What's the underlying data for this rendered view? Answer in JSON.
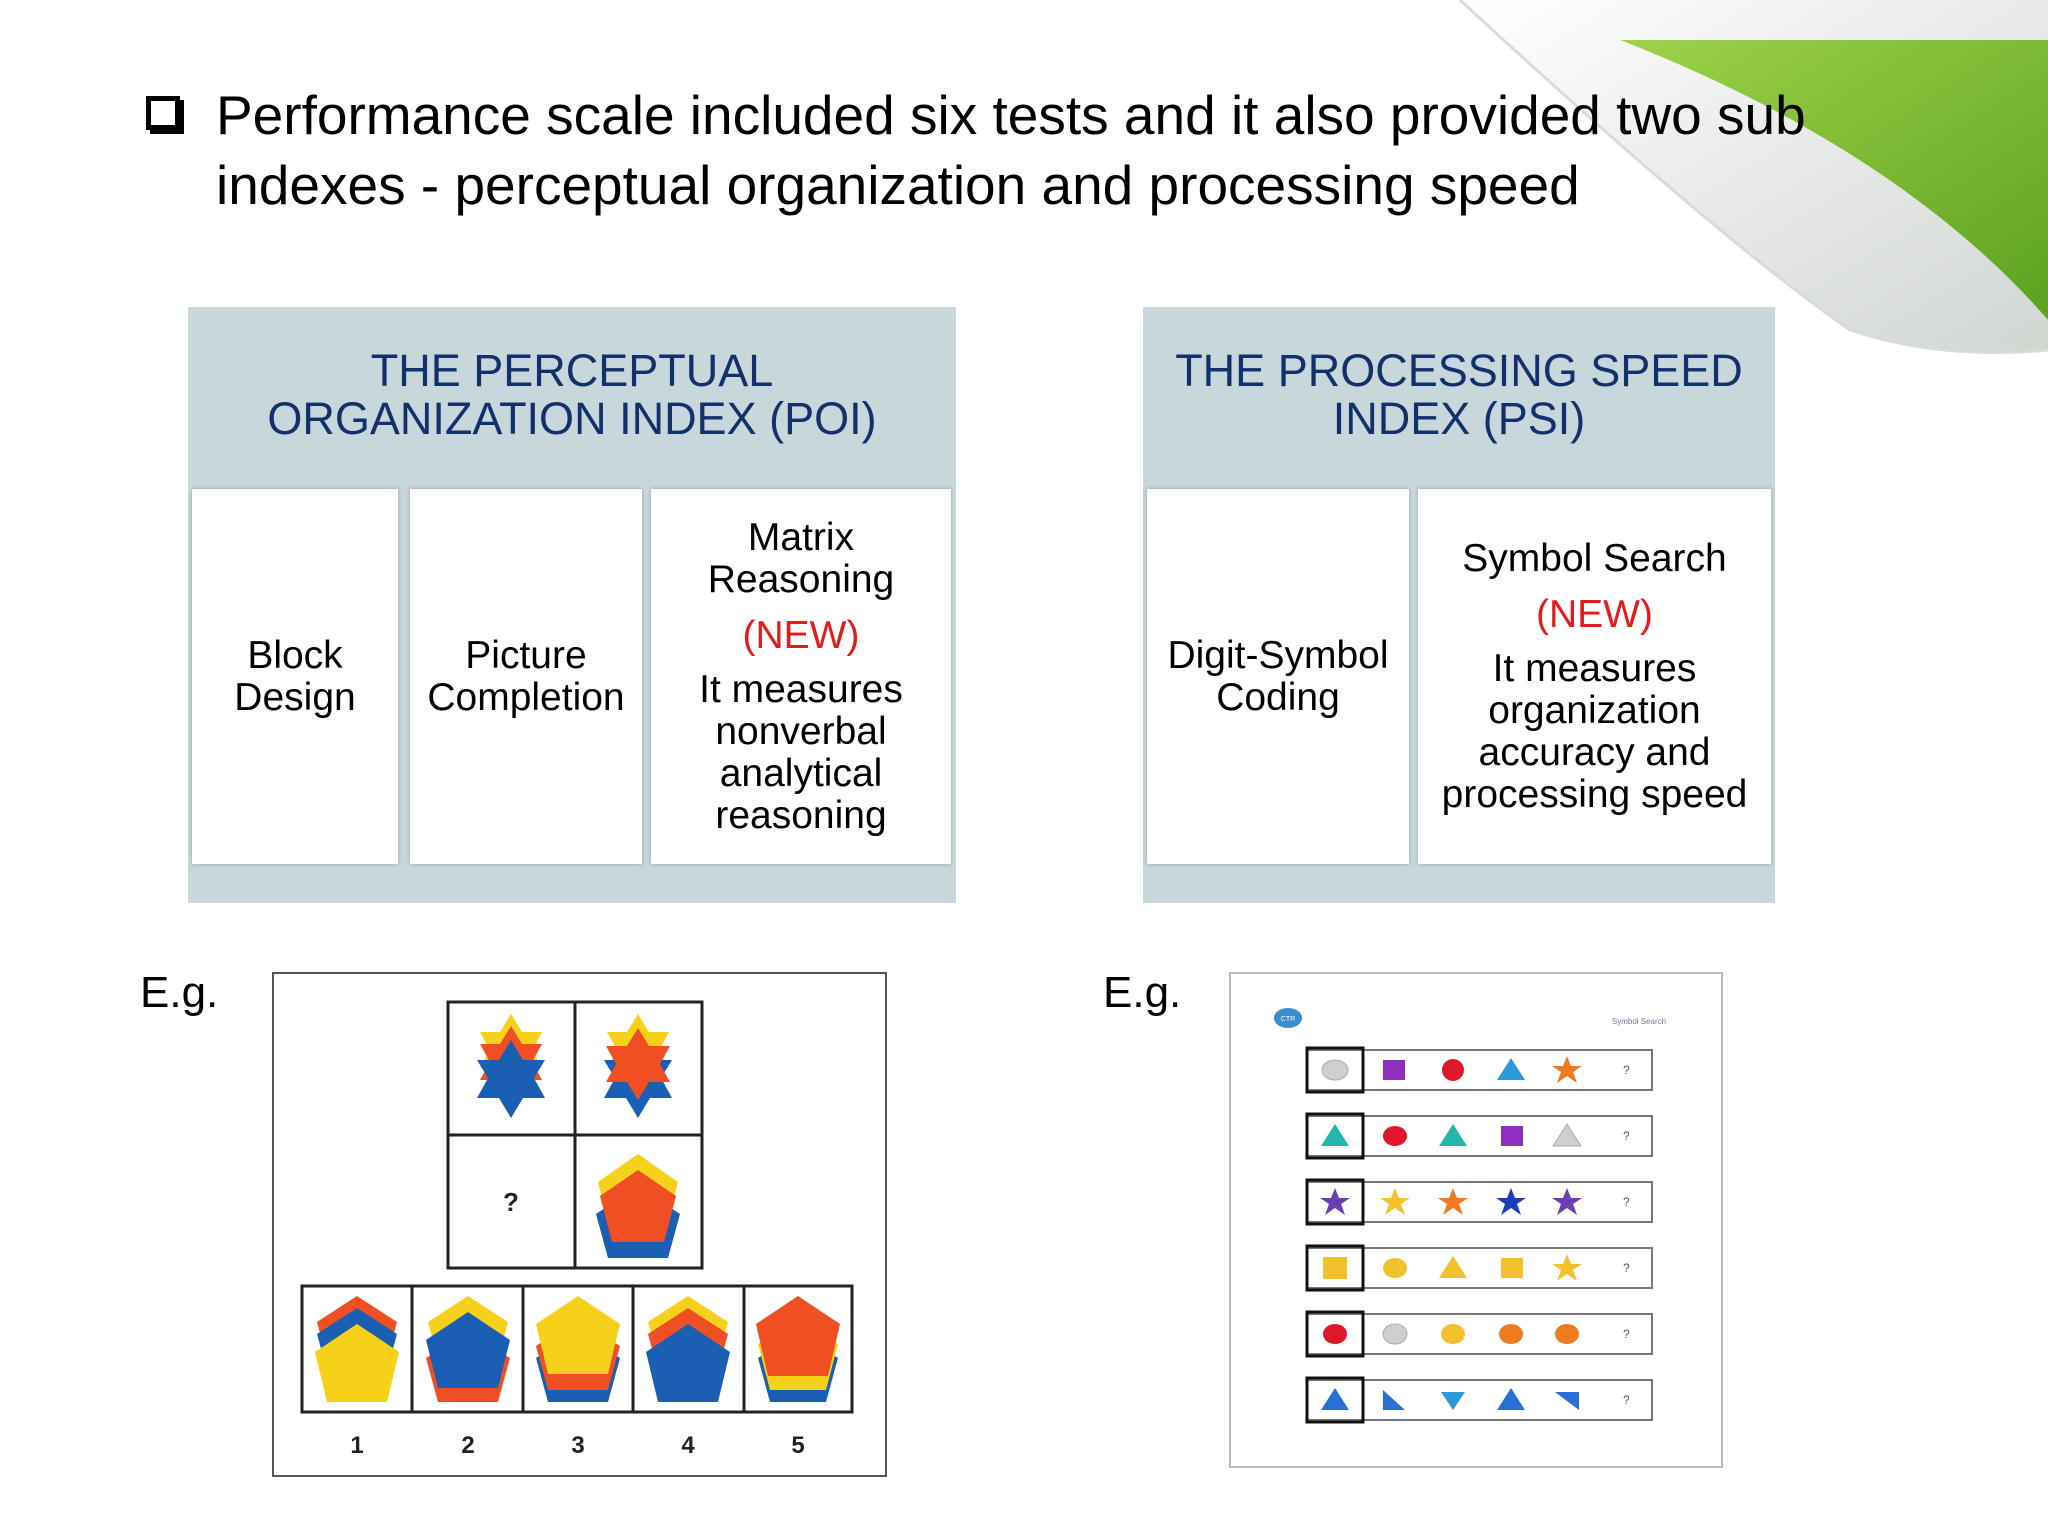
{
  "headline": {
    "line1": "Performance scale included six tests and it also provided two sub",
    "line2": "indexes - perceptual organization and processing speed"
  },
  "poi": {
    "title_line1": "THE  PERCEPTUAL",
    "title_line2": "ORGANIZATION INDEX (POI)",
    "tests": {
      "block_design": {
        "line1": "Block",
        "line2": "Design"
      },
      "picture_completion": {
        "line1": "Picture",
        "line2": "Completion"
      },
      "matrix_reasoning": {
        "line1": "Matrix",
        "line2": "Reasoning",
        "new_tag": "(NEW)",
        "desc1": "It measures",
        "desc2": "nonverbal",
        "desc3": "analytical",
        "desc4": "reasoning"
      }
    }
  },
  "psi": {
    "title_line1": "THE  PROCESSING SPEED",
    "title_line2": "INDEX (PSI)",
    "tests": {
      "digit_symbol": {
        "line1": "Digit-Symbol",
        "line2": "Coding"
      },
      "symbol_search": {
        "line1": "Symbol Search",
        "new_tag": "(NEW)",
        "desc1": "It measures",
        "desc2": "organization",
        "desc3": "accuracy and",
        "desc4": "processing speed"
      }
    }
  },
  "examples": {
    "eg_label_left": "E.g.",
    "eg_label_right": "E.g.",
    "matrix": {
      "question_mark": "?",
      "option_numbers": [
        "1",
        "2",
        "3",
        "4",
        "5"
      ]
    },
    "symbol_search": {
      "badge": "CTR",
      "header": "Symbol Search",
      "row_mark": "?"
    }
  },
  "colors": {
    "panel_bg": "#c8d7dc",
    "title_text": "#12306a",
    "new_tag": "#e31b1b",
    "curl_green": "#6fb52c"
  }
}
